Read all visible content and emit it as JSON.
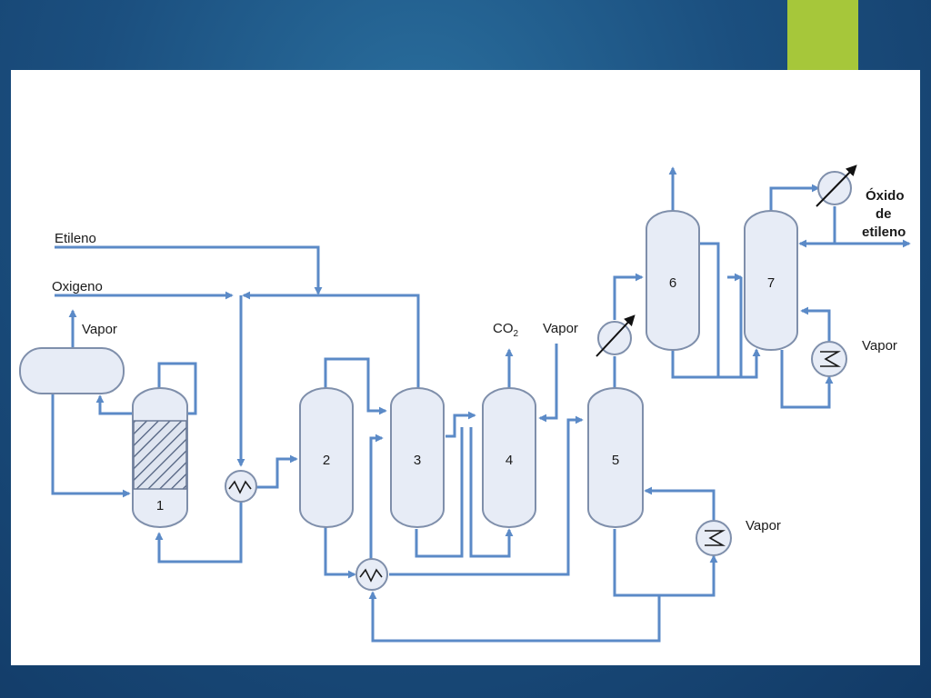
{
  "colors": {
    "background": "#1b4f7f",
    "accent": "#a6c73a",
    "pipe": "#5b8ac7",
    "vessel_fill": "#e7ecf6",
    "vessel_stroke": "#7f8fab"
  },
  "labels": {
    "etileno": "Etileno",
    "oxigeno": "Oxigeno",
    "vapor_top_left": "Vapor",
    "co2_main": "CO",
    "co2_sub": "2",
    "vapor_mid": "Vapor",
    "vapor_col5": "Vapor",
    "vapor_col7": "Vapor",
    "product_line1": "Óxido",
    "product_line2": "de",
    "product_line3": "etileno"
  },
  "units": {
    "u1": "1",
    "u2": "2",
    "u3": "3",
    "u4": "4",
    "u5": "5",
    "u6": "6",
    "u7": "7"
  },
  "icons": {
    "heat_exchanger": "heat-exchanger-icon",
    "reboiler": "reboiler-icon",
    "cooler": "cooler-icon"
  }
}
